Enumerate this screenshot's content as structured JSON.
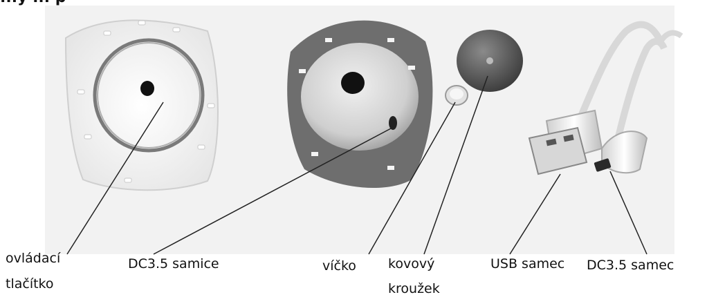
{
  "heading": "...y ... p",
  "labels": {
    "button": [
      "ovládací",
      "tlačítko"
    ],
    "dc_female": "DC3.5 samice",
    "cap": "víčko",
    "metal_ring": [
      "kovový",
      "kroužek"
    ],
    "usb_male": "USB samec",
    "dc_male": "DC3.5 samec"
  },
  "colors": {
    "photo_bg": "#f2f2f2",
    "leader": "#222222",
    "text": "#111111"
  }
}
